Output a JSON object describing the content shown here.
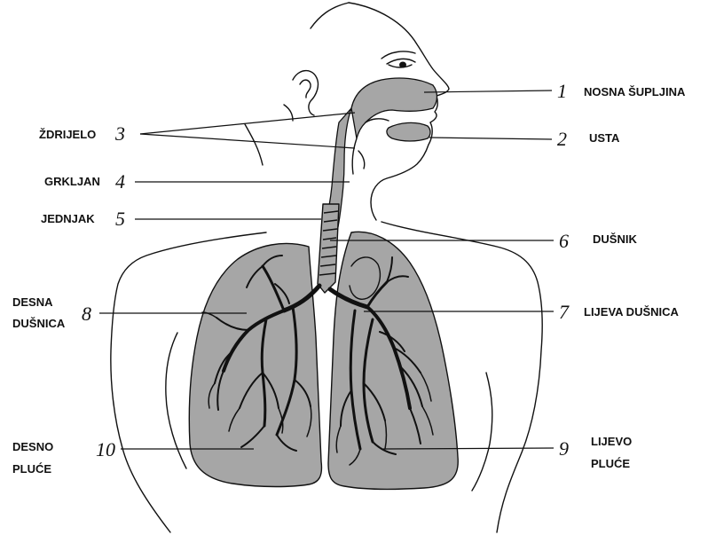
{
  "labels": [
    {
      "id": "nosna",
      "number": "1",
      "text": [
        "NOSNA ŠUPLJINA"
      ]
    },
    {
      "id": "usta",
      "number": "2",
      "text": [
        "USTA"
      ]
    },
    {
      "id": "zdrijelo",
      "number": "3",
      "text": [
        "ŽDRIJELO"
      ]
    },
    {
      "id": "grkljan",
      "number": "4",
      "text": [
        "GRKLJAN"
      ]
    },
    {
      "id": "jednjak",
      "number": "5",
      "text": [
        "JEDNJAK"
      ]
    },
    {
      "id": "dusnik",
      "number": "6",
      "text": [
        "DUŠNIK"
      ]
    },
    {
      "id": "lijeva-dusnica",
      "number": "7",
      "text": [
        "LIJEVA DUŠNICA"
      ]
    },
    {
      "id": "desna-dusnica",
      "number": "8",
      "text": [
        "DESNA",
        "DUŠNICA"
      ]
    },
    {
      "id": "lijevo-pluce",
      "number": "9",
      "text": [
        "LIJEVO",
        "PLUĆE"
      ]
    },
    {
      "id": "desno-pluce",
      "number": "10",
      "text": [
        "DESNO",
        "PLUĆE"
      ]
    }
  ],
  "colors": {
    "organ_fill": "#a6a6a6",
    "line": "#111111",
    "background": "#ffffff"
  }
}
